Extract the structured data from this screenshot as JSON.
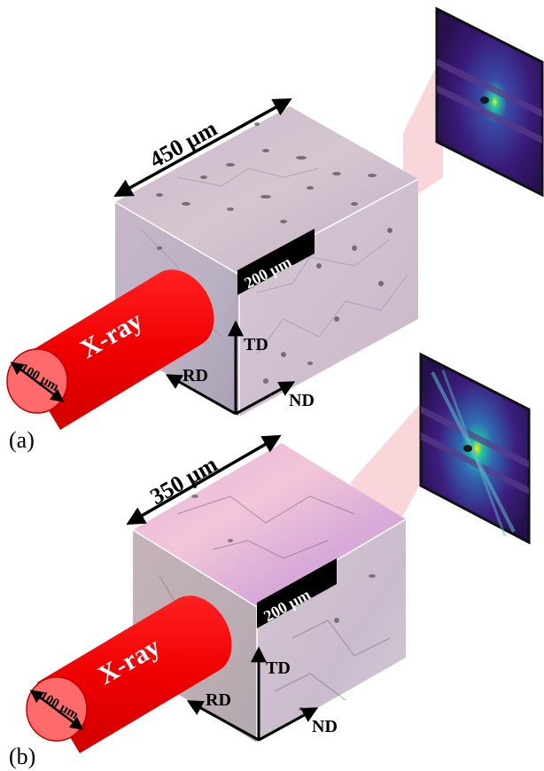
{
  "panels": [
    {
      "panel_label": "(a)",
      "dimension_label": "450 µm",
      "scale_bar_label": "200 µm",
      "beam_label": "X-ray",
      "beam_diameter_label": "100 µm",
      "axis_labels": {
        "td": "TD",
        "rd": "RD",
        "nd": "ND"
      }
    },
    {
      "panel_label": "(b)",
      "dimension_label": "350 µm",
      "scale_bar_label": "200 µm",
      "beam_label": "X-ray",
      "beam_diameter_label": "100 µm",
      "axis_labels": {
        "td": "TD",
        "rd": "RD",
        "nd": "ND"
      }
    }
  ],
  "colors": {
    "beam_red": "#f00000",
    "beam_face": "#ff6a6a",
    "detector_bg": "#2a0f5c",
    "detector_glow": "#18c7a0",
    "scatter_cone": "#f6c8cc",
    "micrograph_a": "#cfc0d2",
    "micrograph_b": "#d9b3d4"
  }
}
